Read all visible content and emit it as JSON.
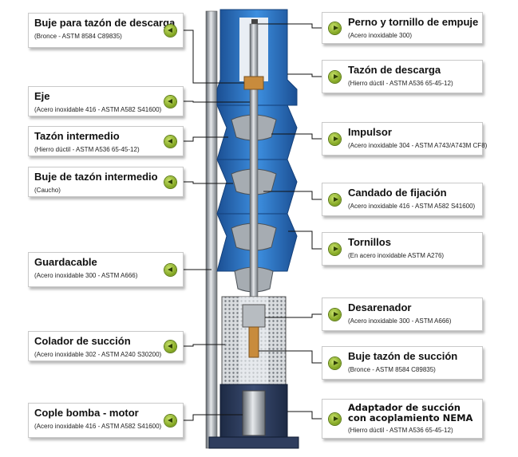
{
  "labels_left": [
    {
      "id": "buje-descarga",
      "title": "Buje para tazón de descarga",
      "sub": "(Bronce - ASTM 8584 C89835)"
    },
    {
      "id": "eje",
      "title": "Eje",
      "sub": "(Acero inoxidable 416 - ASTM A582 S41600)"
    },
    {
      "id": "tazon-intermedio",
      "title": "Tazón intermedio",
      "sub": "(Hierro dúctil - ASTM A536 65-45-12)"
    },
    {
      "id": "buje-intermedio",
      "title": "Buje de tazón intermedio",
      "sub": "(Caucho)"
    },
    {
      "id": "guardacable",
      "title": "Guardacable",
      "sub": "(Acero inoxidable 300 - ASTM A666)"
    },
    {
      "id": "colador",
      "title": "Colador de succión",
      "sub": "(Acero inoxidable 302 - ASTM A240 S30200)"
    },
    {
      "id": "cople",
      "title": "Cople bomba - motor",
      "sub": "(Acero inoxidable 416 - ASTM A582 S41600)"
    }
  ],
  "labels_right": [
    {
      "id": "perno",
      "title": "Perno y tornillo de empuje",
      "sub": "(Acero inoxidable 300)"
    },
    {
      "id": "tazon-descarga",
      "title": "Tazón de descarga",
      "sub": "(Hierro dúctil - ASTM A536 65-45-12)"
    },
    {
      "id": "impulsor",
      "title": "Impulsor",
      "sub": "(Acero inoxidable 304 - ASTM A743/A743M CF8)"
    },
    {
      "id": "candado",
      "title": "Candado de fijación",
      "sub": "(Acero inoxidable 416 - ASTM A582 S41600)"
    },
    {
      "id": "tornillos",
      "title": "Tornillos",
      "sub": "(En acero inoxidable ASTM A276)"
    },
    {
      "id": "desarenador",
      "title": "Desarenador",
      "sub": "(Acero inoxidable 300 - ASTM A666)"
    },
    {
      "id": "buje-succion",
      "title": "Buje tazón de succión",
      "sub": "(Bronce - ASTM 8584 C89835)"
    },
    {
      "id": "adaptador",
      "title": "Adaptador de succión con acoplamiento NEMA",
      "sub": "(Hierro dúctil - ASTM A536 65-45-12)"
    }
  ],
  "colors": {
    "casing": "#2e7fd0",
    "casing_dark": "#1d5ea8",
    "steel": "#8d939a",
    "bronze": "#c88b3c",
    "dot": "#8cb22a"
  }
}
